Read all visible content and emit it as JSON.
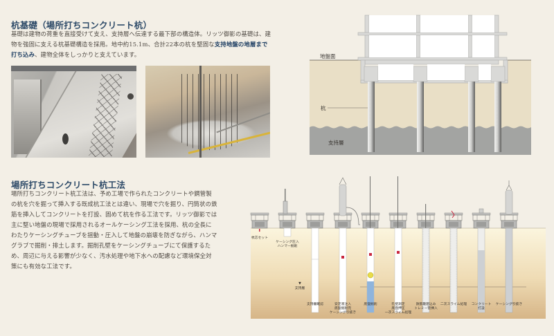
{
  "section1": {
    "title": "杭基礎（場所打ちコンクリート杭）",
    "body_part1": "基礎は建物の荷重を直接受けて支え、支持層へ伝達する最下部の構造体。リッツ御影の基礎は、建物を強固に支える杭基礎構造を採用。地中約15.1m、合計22本の杭を堅固な",
    "body_highlight": "支持地盤の地層まで打ち込み",
    "body_part2": "、建物全体をしっかりと支えています。",
    "photos": [
      {
        "name": "foundation-rebar-photo"
      },
      {
        "name": "pile-cage-photo"
      }
    ]
  },
  "diagram1": {
    "ground_surface_label": "地盤面",
    "pile_label": "杭",
    "bearing_layer_label": "支持層",
    "colors": {
      "soil": "#e9dfc6",
      "bearing_layer": "#a3a4a2",
      "building": "#d9d9d7",
      "background": "#f3efe6"
    }
  },
  "section2": {
    "title": "場所打ちコンクリート杭工法",
    "body": "場所打ちコンクリート杭工法は、予め工場で作られたコンクリートや鋼管製の杭を穴を掘って挿入する既成杭工法とは違い、現場で穴を掘り、円筒状の鉄筋を挿入してコンクリートを打設、固めて杭を作る工法です。リッツ御影では主に堅い地盤の現場で採用されるオールケーシング工法を採用、杭の全長にわたりケーシングチューブを揺動・圧入して地盤の崩壊を防ぎながら、ハンマグラブで掘削・排土します。掘削孔壁をケーシングチューブにて保護するため、周辺に与える影響が少なく、汚水処理や地下水への配慮など環境保全対策にも有効な工法です。"
  },
  "diagram2": {
    "bearing_layer_marker": "▼",
    "bearing_layer_label": "支持層",
    "steps": [
      {
        "label_lines": [
          "杭芯セット"
        ]
      },
      {
        "label_lines": [
          "ケーシング圧入",
          "ハンマー掘削"
        ]
      },
      {
        "label_lines": [
          "支持層確認"
        ]
      },
      {
        "label_lines": [
          "安定液注入",
          "底盤掘削完",
          "ケーシング引抜き"
        ]
      },
      {
        "label_lines": [
          "底盤掘削"
        ]
      },
      {
        "label_lines": [
          "孔壁測定",
          "底面押圧",
          "一次スライム処理"
        ]
      },
      {
        "label_lines": [
          "鉄筋籠建込み",
          "トレミー管挿入"
        ]
      },
      {
        "label_lines": [
          "二次スライム処理"
        ]
      },
      {
        "label_lines": [
          "コンクリート",
          "打設"
        ]
      },
      {
        "label_lines": [
          "ケーシング引抜き"
        ]
      }
    ],
    "colors": {
      "soil_top": "#fbf5de",
      "soil_bottom": "#d8b98b",
      "marker_red": "#c9273f",
      "water_blue": "#8fb4dc"
    }
  }
}
